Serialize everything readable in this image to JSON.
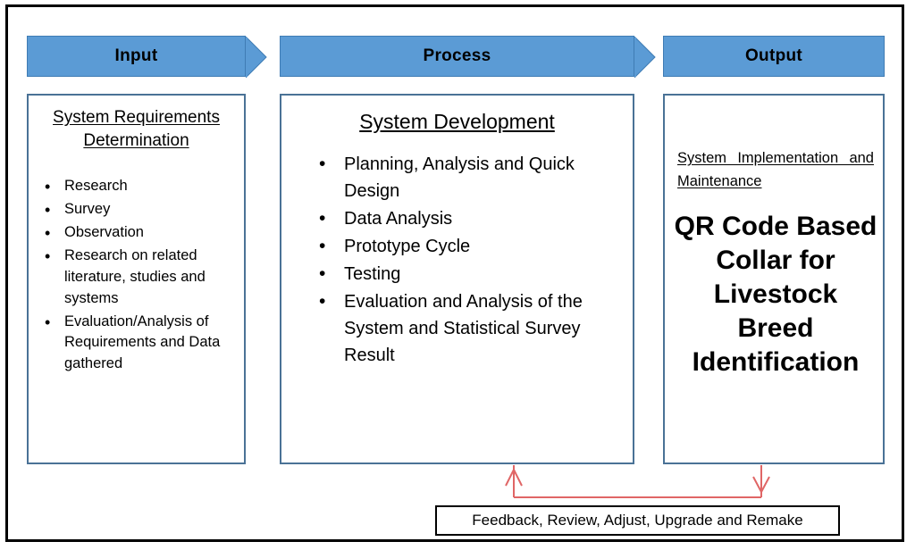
{
  "diagram": {
    "title": "Input Process Output Conceptual Framework",
    "colors": {
      "banner_fill": "#5B9BD5",
      "banner_border": "#3F7CB4",
      "box_border": "#4A7296",
      "frame_border": "#000000",
      "feedback_arrow": "#E06666",
      "text": "#000000"
    }
  },
  "banners": {
    "input": "Input",
    "process": "Process",
    "output": "Output"
  },
  "input_column": {
    "heading_line1": "System Requirements",
    "heading_line2": "Determination",
    "items": [
      "Research",
      "Survey",
      "Observation",
      "Research on related literature, studies and systems",
      "Evaluation/Analysis of Requirements and Data gathered"
    ]
  },
  "process_column": {
    "heading": "System Development",
    "items": [
      "Planning, Analysis and Quick Design",
      "Data Analysis",
      "Prototype Cycle",
      "Testing",
      "Evaluation and Analysis of the System and Statistical Survey Result"
    ]
  },
  "output_column": {
    "subtitle": "System  Implementation and Maintenance",
    "result_title": "QR Code Based Collar for Livestock Breed Identification"
  },
  "feedback": {
    "label": "Feedback, Review, Adjust, Upgrade and Remake"
  }
}
